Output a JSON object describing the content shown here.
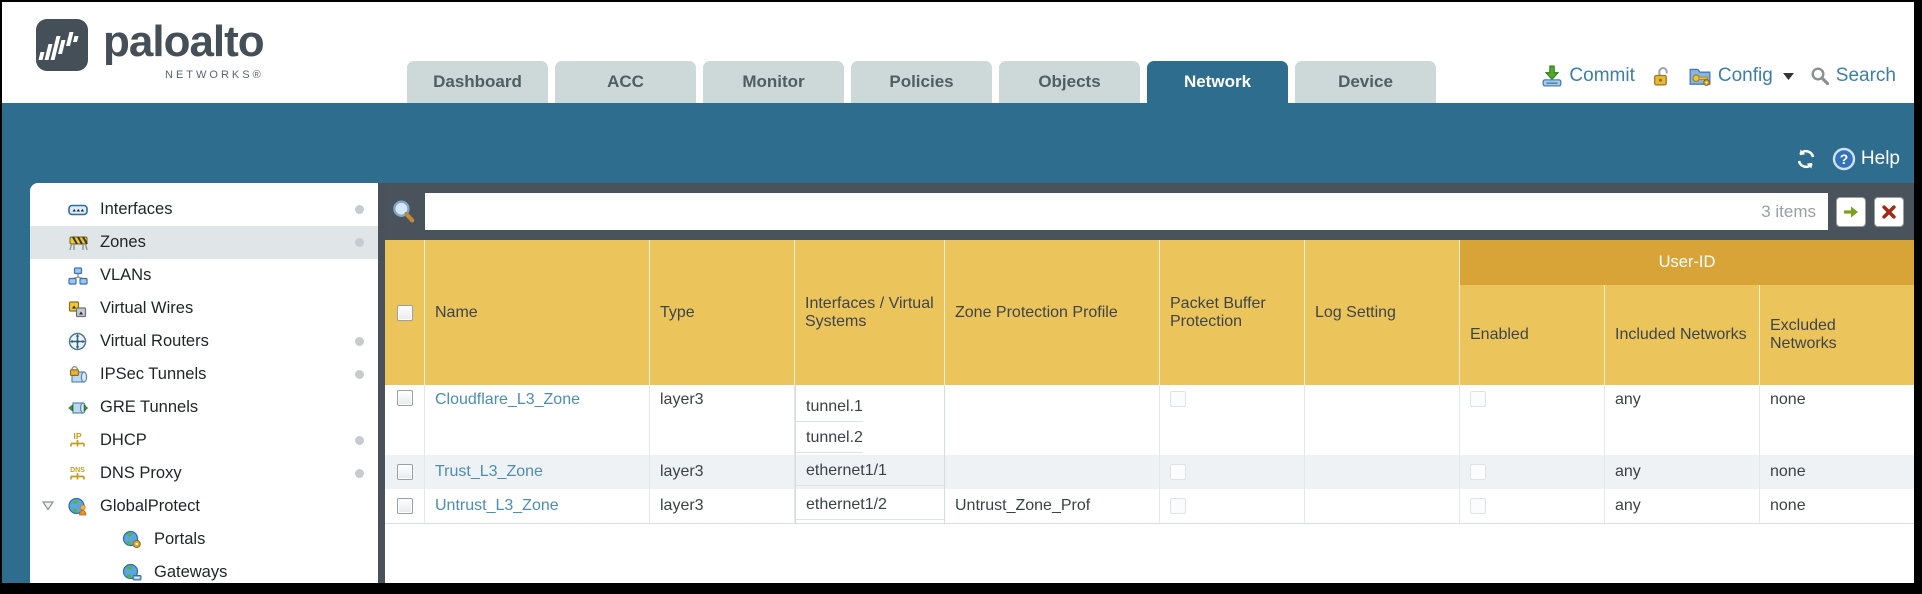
{
  "brand": {
    "name": "paloalto",
    "tagline": "NETWORKS®"
  },
  "tabs": [
    {
      "label": "Dashboard",
      "active": false
    },
    {
      "label": "ACC",
      "active": false
    },
    {
      "label": "Monitor",
      "active": false
    },
    {
      "label": "Policies",
      "active": false
    },
    {
      "label": "Objects",
      "active": false
    },
    {
      "label": "Network",
      "active": true
    },
    {
      "label": "Device",
      "active": false
    }
  ],
  "top_actions": {
    "commit": "Commit",
    "config": "Config",
    "search": "Search"
  },
  "teal_bar": {
    "help_label": "Help"
  },
  "sidebar": {
    "items": [
      {
        "label": "Interfaces",
        "dot": true
      },
      {
        "label": "Zones",
        "dot": true,
        "selected": true
      },
      {
        "label": "VLANs",
        "dot": false
      },
      {
        "label": "Virtual Wires",
        "dot": false
      },
      {
        "label": "Virtual Routers",
        "dot": true
      },
      {
        "label": "IPSec Tunnels",
        "dot": true
      },
      {
        "label": "GRE Tunnels",
        "dot": false
      },
      {
        "label": "DHCP",
        "dot": true
      },
      {
        "label": "DNS Proxy",
        "dot": true
      },
      {
        "label": "GlobalProtect",
        "dot": false,
        "expanded": true
      },
      {
        "label": "Portals",
        "child": true
      },
      {
        "label": "Gateways",
        "child": true
      }
    ]
  },
  "searchbar": {
    "value": "",
    "count": "3 items"
  },
  "table": {
    "user_id_group": "User-ID",
    "columns": [
      "Name",
      "Type",
      "Interfaces / Virtual Systems",
      "Zone Protection Profile",
      "Packet Buffer Protection",
      "Log Setting",
      "Enabled",
      "Included Networks",
      "Excluded Networks"
    ],
    "rows": [
      {
        "name": "Cloudflare_L3_Zone",
        "type": "layer3",
        "interfaces": [
          "tunnel.1",
          "tunnel.2"
        ],
        "zone_protection_profile": "",
        "packet_buffer_protection": false,
        "log_setting": "",
        "user_id_enabled": false,
        "included_networks": "any",
        "excluded_networks": "none"
      },
      {
        "name": "Trust_L3_Zone",
        "type": "layer3",
        "interfaces": [
          "ethernet1/1"
        ],
        "zone_protection_profile": "",
        "packet_buffer_protection": false,
        "log_setting": "",
        "user_id_enabled": false,
        "included_networks": "any",
        "excluded_networks": "none"
      },
      {
        "name": "Untrust_L3_Zone",
        "type": "layer3",
        "interfaces": [
          "ethernet1/2"
        ],
        "zone_protection_profile": "Untrust_Zone_Prof",
        "packet_buffer_protection": false,
        "log_setting": "",
        "user_id_enabled": false,
        "included_networks": "any",
        "excluded_networks": "none"
      }
    ]
  },
  "colors": {
    "teal_accent": "#2f6d8e",
    "table_header_gold": "#ecc45c",
    "user_id_band_gold": "#d8a437",
    "link_blue": "#4d8db2",
    "searchbar_slate": "#4a525b",
    "row_stripe": "#eef2f5"
  }
}
